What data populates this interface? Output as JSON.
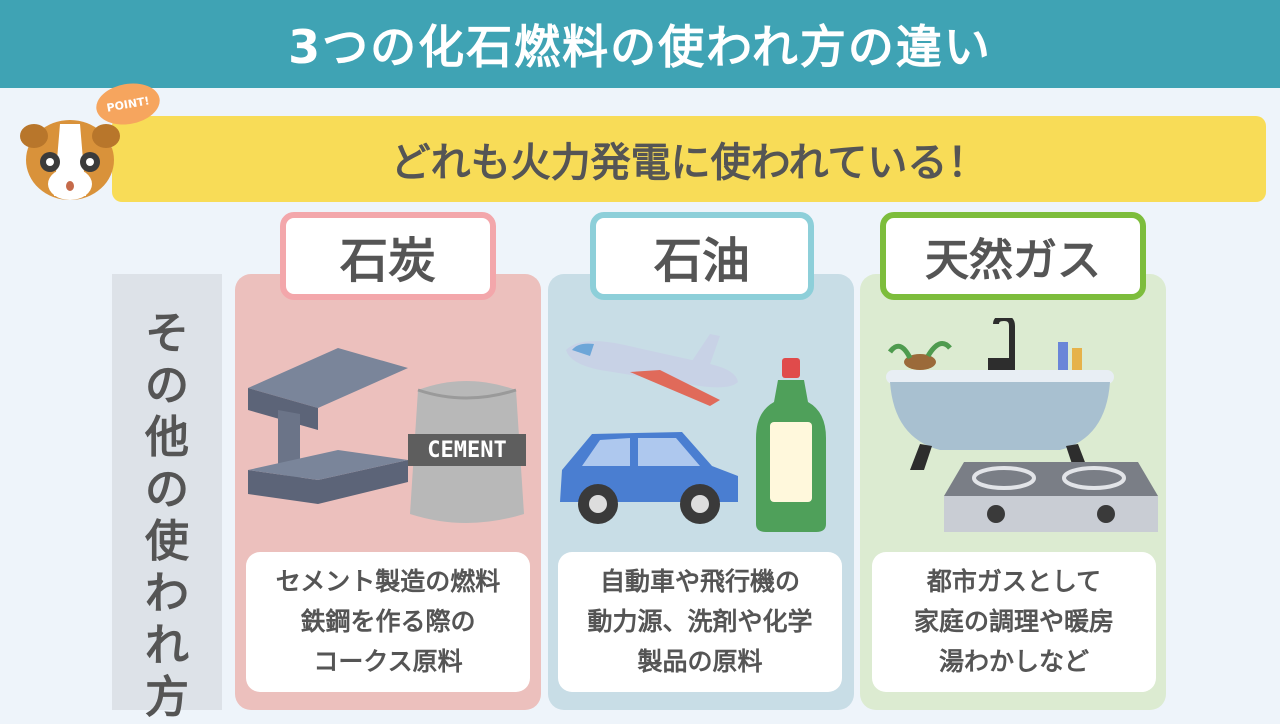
{
  "title": "3つの化石燃料の使われ方の違い",
  "point_bubble": "POINT!",
  "banner": "どれも火力発電に使われている！",
  "side_label": [
    "そ",
    "の",
    "他",
    "の",
    "使",
    "わ",
    "れ",
    "方"
  ],
  "columns": [
    {
      "name": "石炭",
      "cement_label": "CEMENT",
      "lines": [
        "セメント製造の燃料",
        "鉄鋼を作る際の",
        "コークス原料"
      ]
    },
    {
      "name": "石油",
      "lines": [
        "自動車や飛行機の",
        "動力源、洗剤や化学",
        "製品の原料"
      ]
    },
    {
      "name": "天然ガス",
      "lines": [
        "都市ガスとして",
        "家庭の調理や暖房",
        "湯わかしなど"
      ]
    }
  ],
  "colors": {
    "header": "#3fa3b4",
    "banner": "#f8dc57",
    "coal_bg": "#ecc0bd",
    "coal_border": "#f3a7ab",
    "oil_bg": "#c8dde6",
    "oil_border": "#8dcfd9",
    "gas_bg": "#dcebd1",
    "gas_border": "#7dbd3c"
  },
  "icons": [
    "steel-beam-icon",
    "cement-bag-icon",
    "airplane-icon",
    "car-icon",
    "detergent-bottle-icon",
    "bathtub-icon",
    "gas-stove-icon",
    "guinea-pig-mascot-icon"
  ]
}
